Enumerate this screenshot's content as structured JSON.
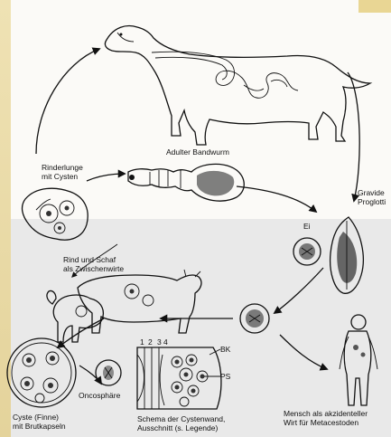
{
  "labels": {
    "adult_tapeworm": "Adulter Bandwurm",
    "cattle_lung": "Rinderlunge\nmit Cysten",
    "gravid_proglottid": "Gravide\nProglotti",
    "egg": "Ei",
    "intermediate_hosts": "Rind und Schaf\nals Zwischenwirte",
    "oncosphere": "Oncosphäre",
    "cyst": "Cyste (Finne)\nmit Brutkapseln",
    "cyst_wall_scheme": "Schema der Cystenwand,\nAusschnitt (s. Legende)",
    "human": "Mensch als akzidenteller\nWirt für Metacestoden",
    "bk": "BK",
    "ps": "PS",
    "layer_numbers": [
      "1",
      "2",
      "3",
      "4"
    ]
  },
  "colors": {
    "ink": "#111111",
    "top_background": "#fbfaf7",
    "bottom_background": "#e9e9e9",
    "page_edge": "#e8d79f"
  },
  "icons": [
    "dog-illustration",
    "tapeworm-illustration",
    "cattle-lung-illustration",
    "proglottid-illustration",
    "egg-illustration",
    "cow-illustration",
    "sheep-illustration",
    "cyst-illustration",
    "oncosphere-illustration",
    "human-illustration",
    "cyst-wall-illustration"
  ]
}
